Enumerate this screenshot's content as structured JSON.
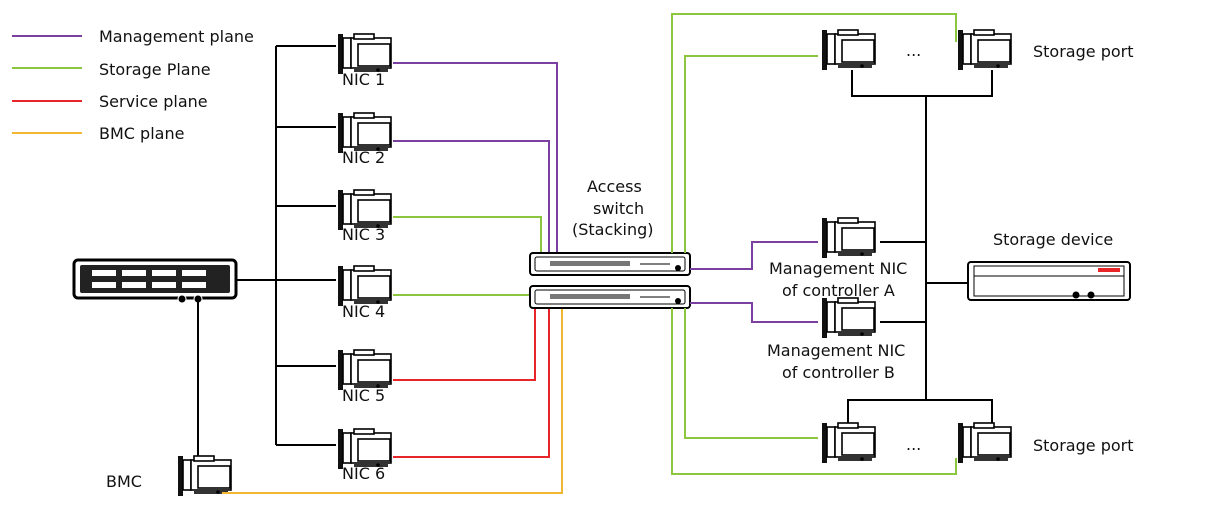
{
  "colors": {
    "management": "#7b3fa0",
    "storage": "#8cc63f",
    "service": "#e8262a",
    "bmc": "#f2b633",
    "link": "#000000"
  },
  "legend": [
    {
      "label": "Management plane",
      "color_key": "management"
    },
    {
      "label": "Storage Plane",
      "color_key": "storage"
    },
    {
      "label": "Service plane",
      "color_key": "service"
    },
    {
      "label": "BMC plane",
      "color_key": "bmc"
    }
  ],
  "nics": [
    "NIC 1",
    "NIC 2",
    "NIC 3",
    "NIC 4",
    "NIC 5",
    "NIC 6"
  ],
  "bmc_label": "BMC",
  "switch_label": [
    "Access",
    "switch",
    "(Stacking)"
  ],
  "storage_port_label": "Storage port",
  "ellipsis": "...",
  "storage_device_label": "Storage device",
  "mgmt_nic_a": [
    "Management NIC",
    "of controller A"
  ],
  "mgmt_nic_b": [
    "Management NIC",
    "of controller B"
  ]
}
